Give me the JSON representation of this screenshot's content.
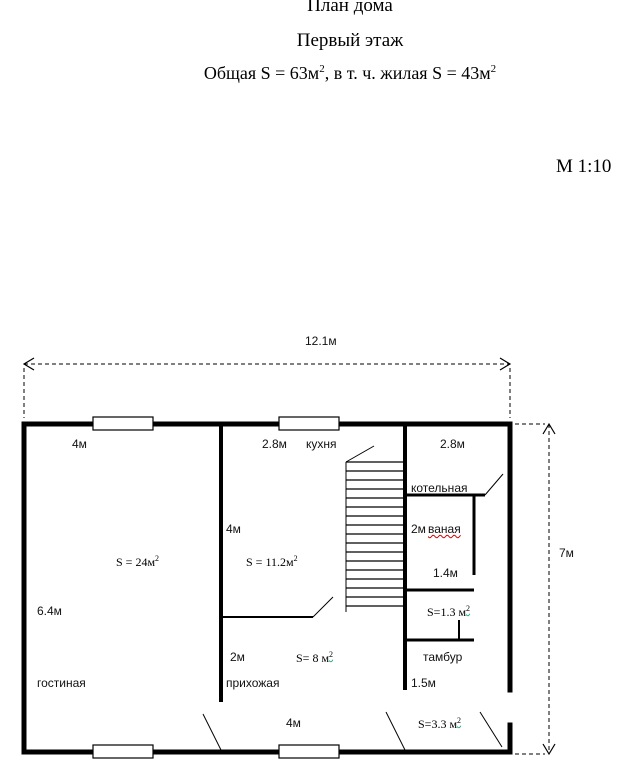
{
  "header": {
    "title": "План дома",
    "floor": "Первый этаж",
    "area_prefix": "Общая S = 63м",
    "area_mid": ", в т. ч. жилая S = 43м",
    "sup": "2"
  },
  "scale": "М 1:10",
  "dims": {
    "overall_width": "12.1м",
    "overall_height": "7м"
  },
  "rooms": {
    "living": {
      "width": "4м",
      "height": "6.4м",
      "area": "S = 24м",
      "sup": "2",
      "name": "гостиная"
    },
    "kitchen": {
      "width": "2.8м",
      "name": "кухня",
      "height": "4м",
      "area": "S = 11.2м",
      "sup": "2"
    },
    "hallway": {
      "height": "2м",
      "area": "S= 8 м",
      "sup": "2",
      "name": "прихожая",
      "bottom_width": "4м"
    },
    "boiler": {
      "width": "2.8м",
      "name": "котельная"
    },
    "bath": {
      "height": "2м",
      "name": "ваная",
      "width": "1.4м"
    },
    "small": {
      "area": "S=1.3 м",
      "sup": "2"
    },
    "vestibule": {
      "name": "тамбур",
      "height": "1.5м",
      "area": "S=3.3 м",
      "sup": "2"
    }
  }
}
